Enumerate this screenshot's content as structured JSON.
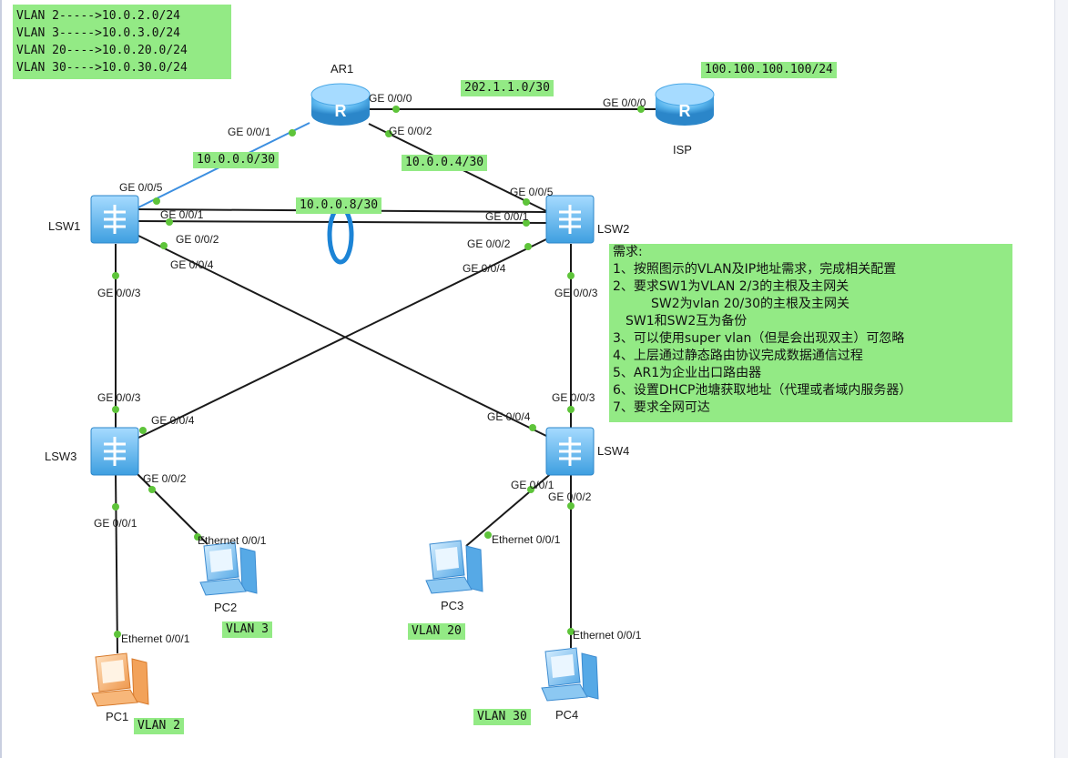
{
  "vlan_list": [
    "VLAN 2----->10.0.2.0/24",
    "VLAN 3----->10.0.3.0/24",
    "VLAN 20---->10.0.20.0/24",
    "VLAN 30---->10.0.30.0/24"
  ],
  "devices": {
    "ar1": "AR1",
    "isp": "ISP",
    "lsw1": "LSW1",
    "lsw2": "LSW2",
    "lsw3": "LSW3",
    "lsw4": "LSW4",
    "pc1": "PC1",
    "pc2": "PC2",
    "pc3": "PC3",
    "pc4": "PC4"
  },
  "subnets": {
    "ar1_isp": "202.1.1.0/30",
    "isp_ip": "100.100.100.100/24",
    "ar1_lsw1": "10.0.0.0/30",
    "ar1_lsw2": "10.0.0.4/30",
    "lsw1_lsw2": "10.0.0.8/30"
  },
  "vlan_tags": {
    "pc1": "VLAN 2",
    "pc2": "VLAN 3",
    "pc3": "VLAN 20",
    "pc4": "VLAN 30"
  },
  "ports": {
    "ar1_g000": "GE 0/0/0",
    "ar1_g001": "GE 0/0/1",
    "ar1_g002": "GE 0/0/2",
    "isp_g000": "GE 0/0/0",
    "lsw1_g005": "GE 0/0/5",
    "lsw1_g001": "GE 0/0/1",
    "lsw1_g002": "GE 0/0/2",
    "lsw1_g004": "GE 0/0/4",
    "lsw1_g003": "GE 0/0/3",
    "lsw2_g005": "GE 0/0/5",
    "lsw2_g001": "GE 0/0/1",
    "lsw2_g002": "GE 0/0/2",
    "lsw2_g004": "GE 0/0/4",
    "lsw2_g003": "GE 0/0/3",
    "lsw3_g003": "GE 0/0/3",
    "lsw3_g004": "GE 0/0/4",
    "lsw3_g002": "GE 0/0/2",
    "lsw3_g001": "GE 0/0/1",
    "lsw4_g003": "GE 0/0/3",
    "lsw4_g004": "GE 0/0/4",
    "lsw4_g001": "GE 0/0/1",
    "lsw4_g002": "GE 0/0/2",
    "pc1_eth": "Ethernet 0/0/1",
    "pc2_eth": "Ethernet 0/0/1",
    "pc3_eth": "Ethernet 0/0/1",
    "pc4_eth": "Ethernet 0/0/1"
  },
  "requirements": [
    "需求:",
    "1、按照图示的VLAN及IP地址需求，完成相关配置",
    "2、要求SW1为VLAN 2/3的主根及主网关",
    "　　　SW2为vlan 20/30的主根及主网关",
    "　SW1和SW2互为备份",
    "3、可以使用super vlan（但是会出现双主）可忽略",
    "4、上层通过静态路由协议完成数据通信过程",
    "5、AR1为企业出口路由器",
    "6、设置DHCP池塘获取地址（代理或者域内服务器）",
    "7、要求全网可达"
  ],
  "colors": {
    "note_bg": "#93ea85",
    "link": "#1a1a1a",
    "link_blue": "#3d8fe0",
    "port_dot": "#5ec43a",
    "device": "#4aa8e6",
    "pc1": "#f2a25a"
  }
}
